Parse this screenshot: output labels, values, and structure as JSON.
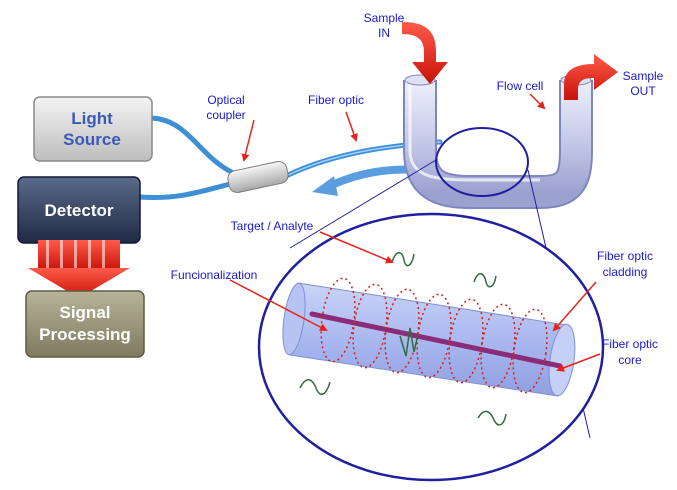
{
  "boxes": {
    "light_source": {
      "line1": "Light",
      "line2": "Source"
    },
    "detector": {
      "line1": "Detector"
    },
    "signal_processing": {
      "line1": "Signal",
      "line2": "Processing"
    }
  },
  "labels": {
    "optical_coupler": {
      "line1": "Optical",
      "line2": "coupler"
    },
    "fiber_optic": "Fiber optic",
    "sample_in": {
      "line1": "Sample",
      "line2": "IN"
    },
    "sample_out": {
      "line1": "Sample",
      "line2": "OUT"
    },
    "flow_cell": "Flow cell",
    "target_analyte": "Target / Analyte",
    "funcionalization": "Funcionalization",
    "cladding": {
      "line1": "Fiber optic",
      "line2": "cladding"
    },
    "core": {
      "line1": "Fiber optic",
      "line2": "core"
    }
  },
  "colors": {
    "label_text": "#1a1acc",
    "fiber": "#3d8fd6",
    "arrow_red": "#e8231b",
    "ellipse_stroke": "#1f1fa0",
    "cladding_fill": "#aab8f0",
    "core": "#8a2c7a",
    "analyte": "#2f6e3c"
  }
}
